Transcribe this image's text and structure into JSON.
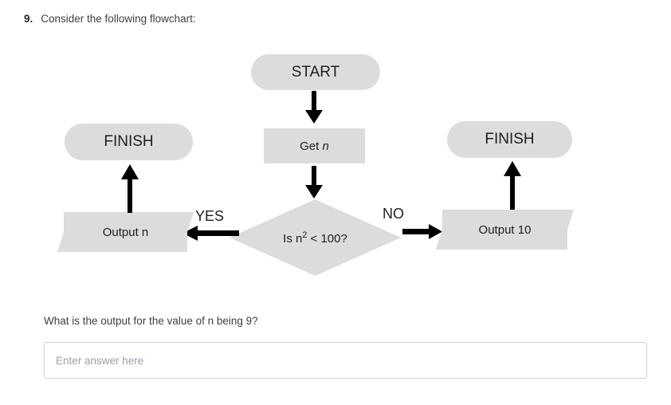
{
  "question": {
    "number": "9.",
    "prompt": "Consider the following flowchart:"
  },
  "flowchart": {
    "nodes": [
      {
        "id": "start",
        "type": "terminator",
        "label": "START"
      },
      {
        "id": "get-n",
        "type": "process",
        "label_prefix": "Get ",
        "label_italic": "n"
      },
      {
        "id": "decision",
        "type": "decision",
        "label_prefix": "Is n",
        "label_sup": "2",
        "label_suffix": " < 100?"
      },
      {
        "id": "output-n",
        "type": "input-output",
        "label": "Output n"
      },
      {
        "id": "output-10",
        "type": "input-output",
        "label": "Output 10"
      },
      {
        "id": "finish-left",
        "type": "terminator",
        "label": "FINISH"
      },
      {
        "id": "finish-right",
        "type": "terminator",
        "label": "FINISH"
      }
    ],
    "edges": [
      {
        "id": "start-to-get",
        "from": "start",
        "to": "get-n",
        "label": "",
        "direction": "down"
      },
      {
        "id": "get-to-decision",
        "from": "get-n",
        "to": "decision",
        "label": "",
        "direction": "down"
      },
      {
        "id": "yes",
        "from": "decision",
        "to": "output-n",
        "label": "YES",
        "direction": "left"
      },
      {
        "id": "no",
        "from": "decision",
        "to": "output-10",
        "label": "NO",
        "direction": "right"
      },
      {
        "id": "n-to-finish",
        "from": "output-n",
        "to": "finish-left",
        "label": "",
        "direction": "up"
      },
      {
        "id": "ten-to-finish",
        "from": "output-10",
        "to": "finish-right",
        "label": "",
        "direction": "up"
      }
    ]
  },
  "answer": {
    "question": "What is the output for the value of n being 9?",
    "placeholder": "Enter answer here",
    "value": ""
  },
  "colors": {
    "node_fill": "#dcdcdc",
    "arrow": "#000000",
    "text": "#3c4043",
    "input_border": "#c9d2dc",
    "placeholder": "#9aa0a6"
  }
}
